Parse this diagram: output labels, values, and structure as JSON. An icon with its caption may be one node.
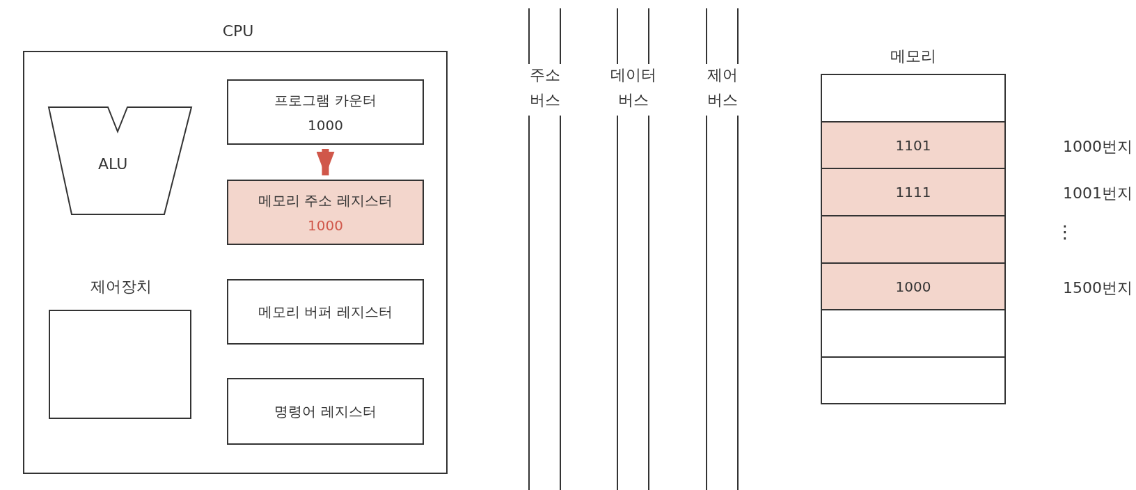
{
  "diagram": {
    "nodes": [
      {
        "text": [
          "CPU"
        ]
      },
      {
        "text": [
          "ALU"
        ],
        "in": 0
      },
      {
        "text": [
          "제어장치"
        ],
        "in": 0
      },
      {
        "text": [
          "프로그램 카운터",
          "1000"
        ],
        "in": 0
      },
      {
        "text": [
          "메모리 주소 레지스터",
          "1000"
        ],
        "in": 0
      },
      {
        "text": [
          "메모리 버퍼 레지스터"
        ],
        "in": 0
      },
      {
        "text": [
          "명령어 레지스터"
        ],
        "in": 0
      },
      {
        "text": [
          "주소 버스"
        ]
      },
      {
        "text": [
          "데이터 버스"
        ]
      },
      {
        "text": [
          "제어 버스"
        ]
      },
      {
        "text": [
          "메모리"
        ]
      },
      {
        "text": [],
        "shape": "box",
        "in": 10
      },
      {
        "text": [
          "1101"
        ],
        "in": 10,
        "beside": [
          "1000번지"
        ]
      },
      {
        "text": [
          "1111"
        ],
        "in": 10,
        "beside": [
          "1001번지"
        ]
      },
      {
        "text": [],
        "shape": "box",
        "in": 10
      },
      {
        "text": [
          "1000"
        ],
        "in": 10,
        "beside": [
          "1500번지"
        ]
      },
      {
        "text": [],
        "shape": "box",
        "in": 10
      },
      {
        "text": [],
        "shape": "box",
        "in": 10
      }
    ],
    "edges": [
      {
        "from": 3,
        "to": 4,
        "arrow": "to",
        "color": "#d0574a"
      }
    ],
    "labels": [
      "⋮"
    ]
  }
}
